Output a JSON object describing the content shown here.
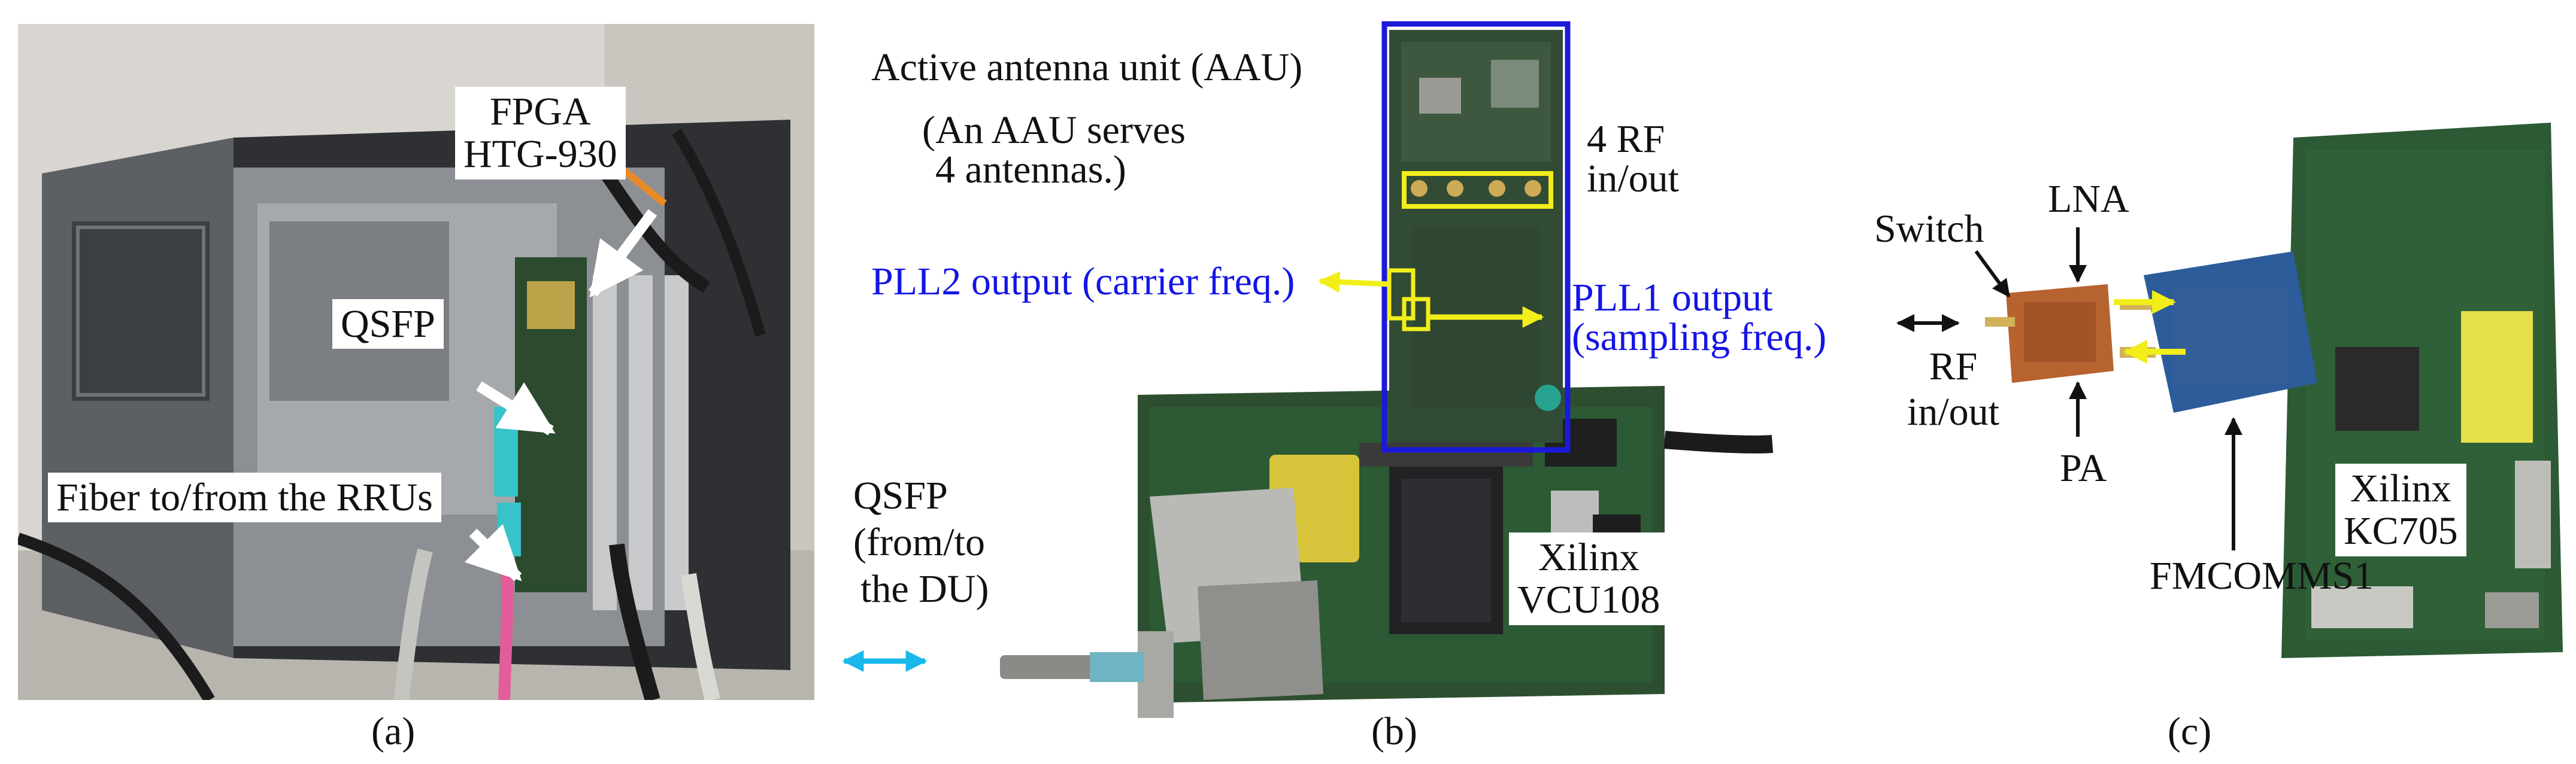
{
  "panels": {
    "a": {
      "caption": "(a)",
      "labels": {
        "fpga": [
          "FPGA",
          "HTG-930"
        ],
        "qsfp": "QSFP",
        "fiber": "Fiber to/from the RRUs"
      }
    },
    "b": {
      "caption": "(b)",
      "labels": {
        "aau_title": "Active antenna unit (AAU)",
        "aau_note": [
          "(An AAU serves",
          "4 antennas.)"
        ],
        "rf": [
          "4 RF",
          "in/out"
        ],
        "pll2": "PLL2 output (carrier freq.)",
        "pll1": [
          "PLL1 output",
          "(sampling freq.)"
        ],
        "qsfp": [
          "QSFP",
          "(from/to",
          "the DU)"
        ],
        "board": [
          "Xilinx",
          "VCU108"
        ]
      }
    },
    "c": {
      "caption": "(c)",
      "labels": {
        "switch": "Switch",
        "lna": "LNA",
        "rf": [
          "RF",
          "in/out"
        ],
        "pa": "PA",
        "fmcomms": "FMCOMMS1",
        "board": [
          "Xilinx",
          "KC705"
        ]
      }
    }
  },
  "colors": {
    "annotation_blue": "#1414e6",
    "aau_frame": "#1a1ad8",
    "highlight_yellow": "#f2ee1a",
    "qsfp_arrow": "#19b7ea",
    "pcb_green": "#2b5a34",
    "fmc_blue": "#2d5c9a"
  }
}
